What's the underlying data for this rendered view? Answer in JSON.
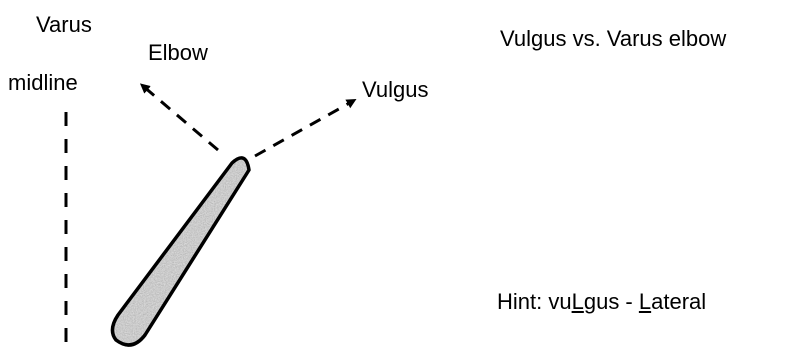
{
  "labels": {
    "varus": "Varus",
    "elbow": "Elbow",
    "midline": "midline",
    "vulgus": "Vulgus",
    "title": "Vulgus vs. Varus elbow"
  },
  "hint": {
    "prefix": "Hint: vu",
    "underlined_1": "L",
    "middle": "gus - ",
    "underlined_2": "L",
    "suffix": "ateral"
  },
  "colors": {
    "line": "#000000",
    "bone_fill": "#9a9a9a",
    "background": "#ffffff"
  }
}
